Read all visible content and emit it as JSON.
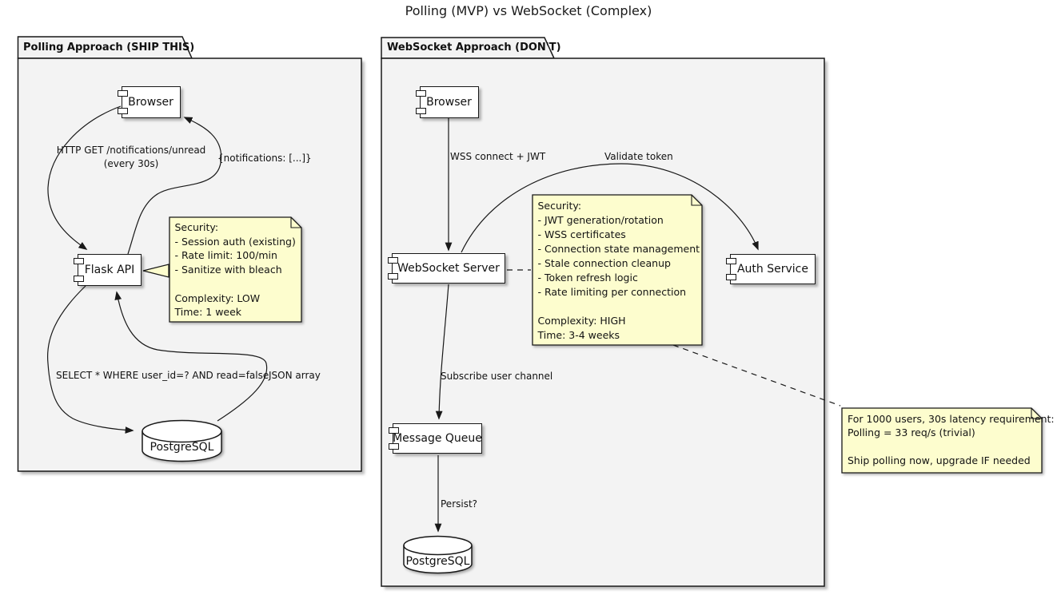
{
  "diagram": {
    "title": "Polling (MVP) vs WebSocket (Complex)"
  },
  "colors": {
    "background": "#FFFFFF",
    "package_fill": "#F3F3F3",
    "component_fill": "#FFFFFF",
    "note_fill": "#FDFDCE",
    "line": "#181818"
  },
  "polling": {
    "package_title": "Polling Approach (SHIP THIS)",
    "nodes": {
      "browser": "Browser",
      "flask_api": "Flask API",
      "database": "PostgreSQL"
    },
    "edges": {
      "http_get": "HTTP GET /notifications/unread",
      "http_get_freq": "(every 30s)",
      "response": "{notifications: [...]}",
      "query": "SELECT * WHERE user_id=? AND read=false",
      "result": "JSON array"
    },
    "note": {
      "lines": [
        "Security:",
        "- Session auth (existing)",
        "- Rate limit: 100/min",
        "- Sanitize with bleach",
        "",
        "Complexity: LOW",
        "Time: 1 week"
      ]
    }
  },
  "websocket": {
    "package_title": "WebSocket Approach (DON'T)",
    "nodes": {
      "browser": "Browser",
      "ws_server": "WebSocket Server",
      "auth_service": "Auth Service",
      "message_queue": "Message Queue",
      "database": "PostgreSQL"
    },
    "edges": {
      "connect": "WSS connect + JWT",
      "validate": "Validate token",
      "subscribe": "Subscribe user channel",
      "persist": "Persist?"
    },
    "note": {
      "lines": [
        "Security:",
        "- JWT generation/rotation",
        "- WSS certificates",
        "- Connection state management",
        "- Stale connection cleanup",
        "- Token refresh logic",
        "- Rate limiting per connection",
        "",
        "Complexity: HIGH",
        "Time: 3-4 weeks"
      ]
    }
  },
  "summary_note": {
    "lines": [
      "For 1000 users, 30s latency requirement:",
      "Polling = 33 req/s (trivial)",
      "",
      "Ship polling now, upgrade IF needed"
    ]
  }
}
